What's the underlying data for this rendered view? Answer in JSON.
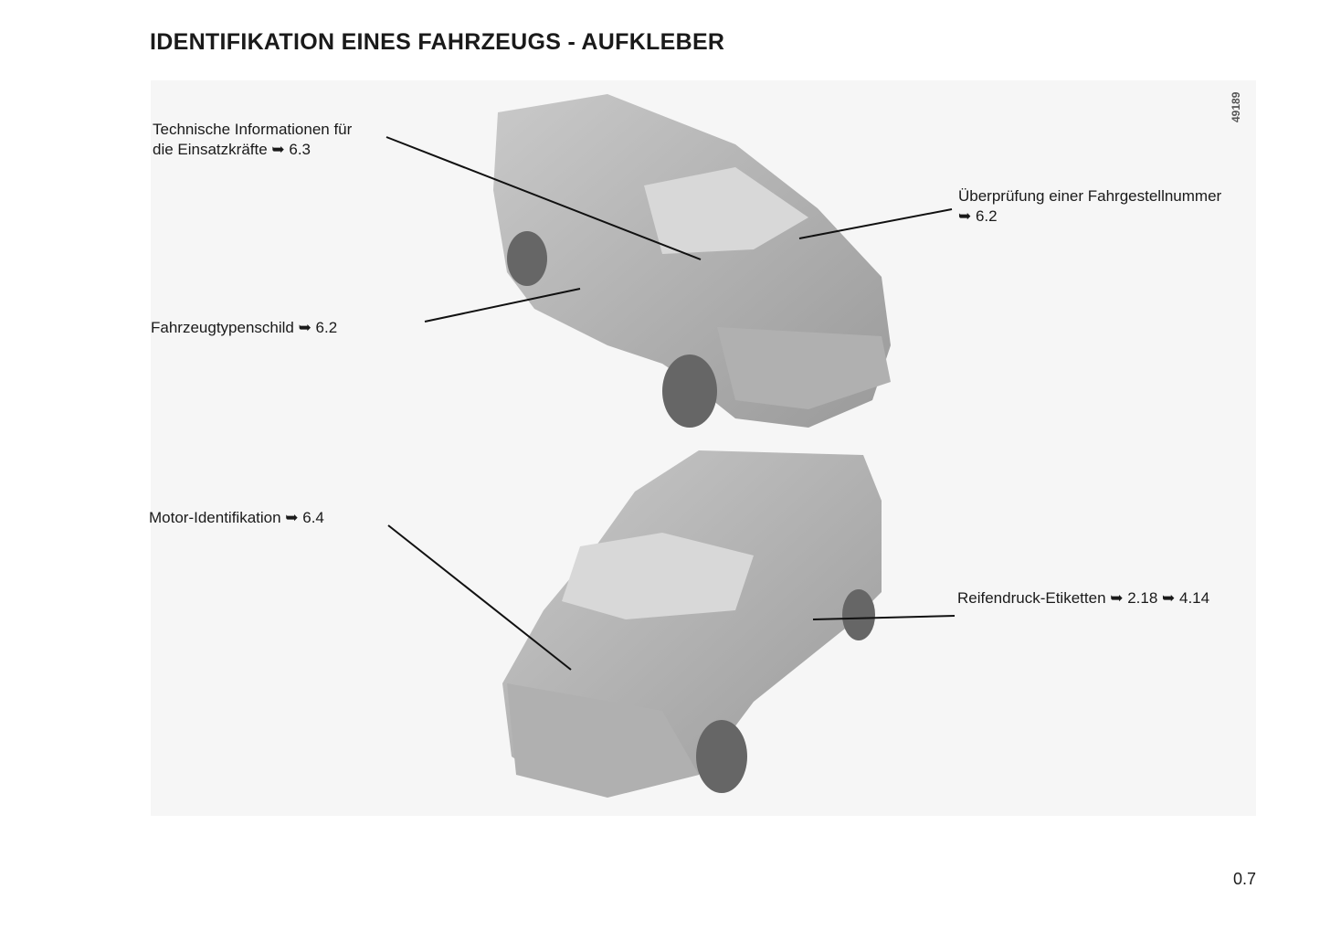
{
  "title": "IDENTIFIKATION EINES FAHRZEUGS - AUFKLEBER",
  "figure_id": "49189",
  "labels": {
    "tech_info_line1": "Technische Informationen für",
    "tech_info_line2": "die Einsatzkräfte ➥ 6.3",
    "vin_check_line1": "Überprüfung einer Fahrgestellnummer",
    "vin_check_line2": "➥ 6.2",
    "type_plate": "Fahrzeugtypenschild ➥ 6.2",
    "engine_id": "Motor-Identifikation ➥ 6.4",
    "tyre_pressure": "Reifendruck-Etiketten ➥ 2.18 ➥ 4.14"
  },
  "page_number": "0.7"
}
